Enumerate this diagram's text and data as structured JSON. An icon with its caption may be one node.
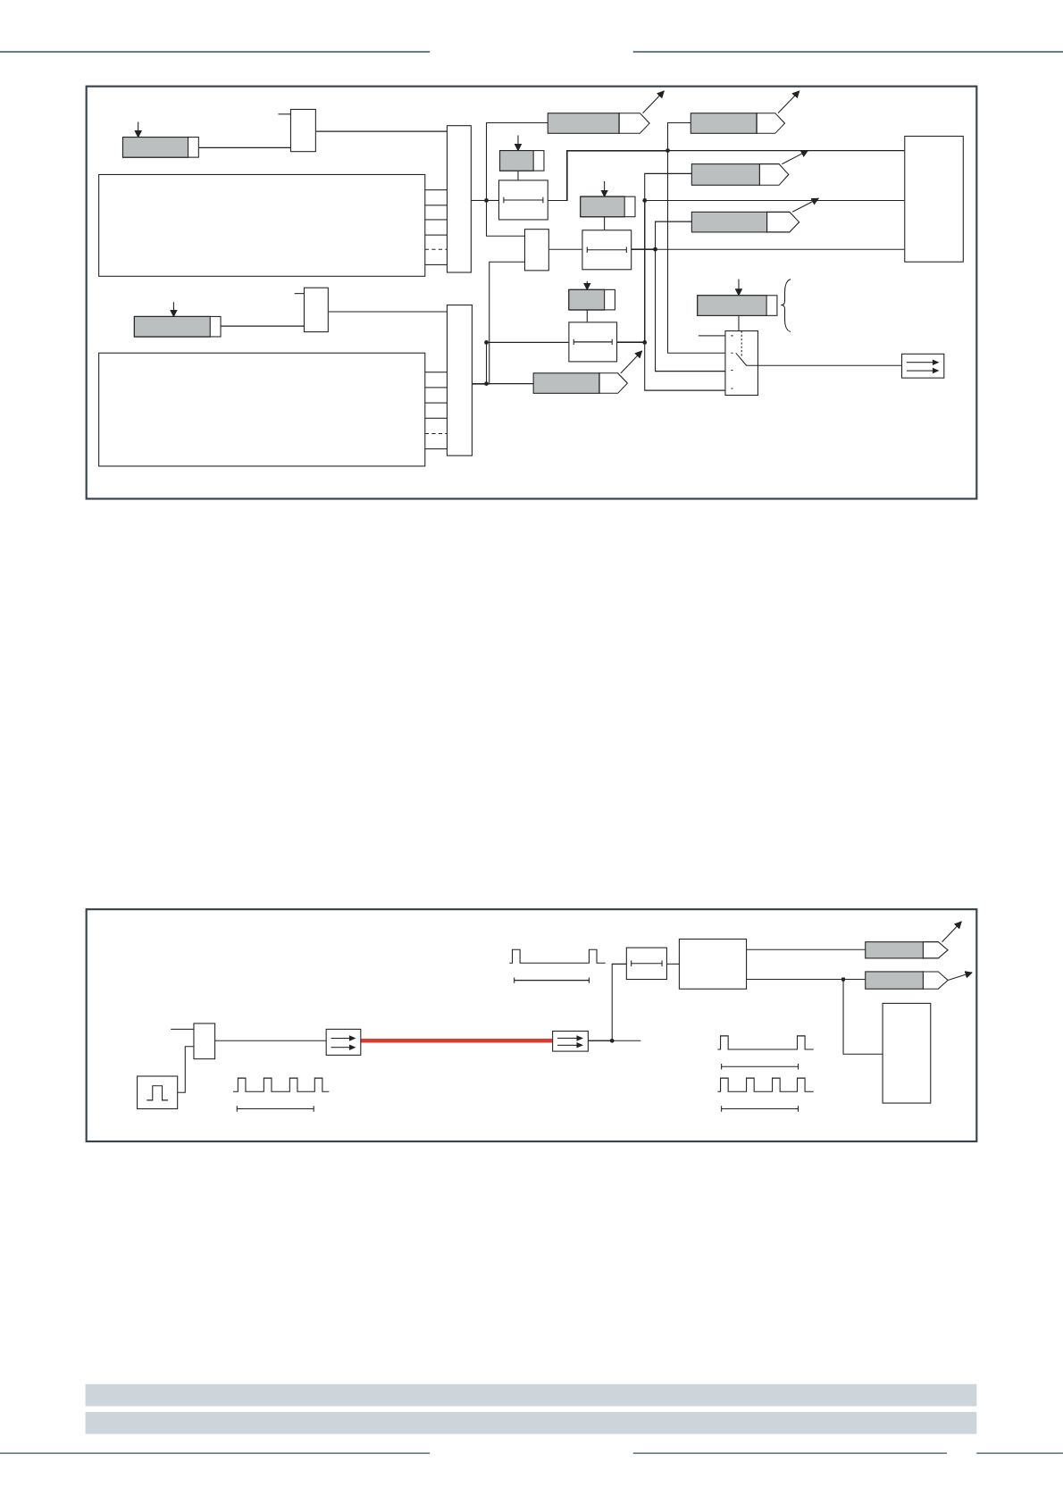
{
  "diagram": {
    "nodes": [
      {
        "text": [],
        "shape": "box"
      },
      {
        "text": [],
        "shape": "box"
      },
      {
        "text": [],
        "shape": "box"
      },
      {
        "text": [],
        "shape": "box"
      },
      {
        "text": [],
        "shape": "box"
      },
      {
        "text": [],
        "shape": "box"
      },
      {
        "text": [],
        "shape": "box"
      },
      {
        "text": [],
        "shape": "box"
      },
      {
        "text": [],
        "shape": "box"
      },
      {
        "text": [],
        "shape": "box"
      },
      {
        "text": [],
        "shape": "box"
      },
      {
        "text": [],
        "shape": "box"
      },
      {
        "text": [],
        "shape": "box"
      },
      {
        "text": [],
        "shape": "box"
      },
      {
        "text": [],
        "shape": "box"
      },
      {
        "text": [],
        "shape": "box"
      },
      {
        "text": [],
        "shape": "box"
      },
      {
        "text": [],
        "shape": "box"
      },
      {
        "text": [],
        "shape": "box"
      },
      {
        "text": [],
        "shape": "box"
      },
      {
        "text": [],
        "shape": "box"
      },
      {
        "text": [],
        "shape": "box"
      },
      {
        "text": [],
        "shape": "box"
      },
      {
        "text": [],
        "shape": "box"
      },
      {
        "text": [],
        "shape": "box"
      },
      {
        "text": [],
        "shape": "box"
      },
      {
        "text": [],
        "shape": "box"
      },
      {
        "text": [],
        "shape": "box"
      },
      {
        "text": [],
        "shape": "box"
      },
      {
        "text": [],
        "shape": "box"
      },
      {
        "text": [],
        "shape": "box"
      },
      {
        "text": [],
        "shape": "box"
      },
      {
        "text": [],
        "shape": "box"
      }
    ],
    "edges": [
      {
        "from": 0,
        "to": 1,
        "arrow": "none"
      },
      {
        "from": null,
        "to": 1,
        "arrow": "none"
      },
      {
        "from": 1,
        "to": 3,
        "arrow": "none"
      },
      {
        "from": 2,
        "to": 3,
        "arrow": "none"
      },
      {
        "from": 2,
        "to": 3,
        "arrow": "none"
      },
      {
        "from": 2,
        "to": 3,
        "arrow": "none"
      },
      {
        "from": 2,
        "to": 3,
        "arrow": "none"
      },
      {
        "from": 2,
        "to": 3,
        "arrow": "none",
        "style": "dashed"
      },
      {
        "from": 2,
        "to": 3,
        "arrow": "none"
      },
      {
        "from": 4,
        "to": 5,
        "arrow": "none"
      },
      {
        "from": null,
        "to": 5,
        "arrow": "none"
      },
      {
        "from": 5,
        "to": 7,
        "arrow": "none"
      },
      {
        "from": 6,
        "to": 7,
        "arrow": "none"
      },
      {
        "from": 6,
        "to": 7,
        "arrow": "none"
      },
      {
        "from": 6,
        "to": 7,
        "arrow": "none"
      },
      {
        "from": 6,
        "to": 7,
        "arrow": "none"
      },
      {
        "from": 6,
        "to": 7,
        "arrow": "none",
        "style": "dashed"
      },
      {
        "from": 6,
        "to": 7,
        "arrow": "none"
      },
      {
        "from": 3,
        "to": 10,
        "arrow": "none"
      },
      {
        "from": 3,
        "to": 8,
        "arrow": "none"
      },
      {
        "from": 3,
        "to": 11,
        "arrow": "none"
      },
      {
        "from": 7,
        "to": 16,
        "arrow": "none"
      },
      {
        "from": 7,
        "to": 15,
        "arrow": "none"
      },
      {
        "from": 7,
        "to": 11,
        "arrow": "none"
      },
      {
        "from": 11,
        "to": 13,
        "arrow": "none"
      },
      {
        "from": 9,
        "to": 10,
        "arrow": "none"
      },
      {
        "from": 12,
        "to": 13,
        "arrow": "none"
      },
      {
        "from": 14,
        "to": 15,
        "arrow": "none"
      },
      {
        "from": 10,
        "to": 20,
        "arrow": "none"
      },
      {
        "from": 10,
        "to": 17,
        "arrow": "none"
      },
      {
        "from": 10,
        "to": 22,
        "arrow": "none"
      },
      {
        "from": 13,
        "to": 20,
        "arrow": "none"
      },
      {
        "from": 13,
        "to": 19,
        "arrow": "none"
      },
      {
        "from": 13,
        "to": 22,
        "arrow": "none"
      },
      {
        "from": 15,
        "to": 20,
        "arrow": "none"
      },
      {
        "from": 15,
        "to": 18,
        "arrow": "none"
      },
      {
        "from": 15,
        "to": 22,
        "arrow": "none"
      },
      {
        "from": 21,
        "to": 22,
        "arrow": "none"
      },
      {
        "from": null,
        "to": 22,
        "arrow": "none"
      },
      {
        "from": 22,
        "to": 23,
        "arrow": "none"
      },
      {
        "from": null,
        "to": 0,
        "arrow": "to"
      },
      {
        "from": null,
        "to": 4,
        "arrow": "to"
      },
      {
        "from": null,
        "to": 9,
        "arrow": "to"
      },
      {
        "from": null,
        "to": 12,
        "arrow": "to"
      },
      {
        "from": null,
        "to": 14,
        "arrow": "to"
      },
      {
        "from": null,
        "to": 21,
        "arrow": "to"
      },
      {
        "from": 8,
        "to": null,
        "arrow": "to"
      },
      {
        "from": 17,
        "to": null,
        "arrow": "to"
      },
      {
        "from": 18,
        "to": null,
        "arrow": "to"
      },
      {
        "from": 19,
        "to": null,
        "arrow": "to"
      },
      {
        "from": 16,
        "to": null,
        "arrow": "to"
      },
      {
        "from": 30,
        "to": null,
        "arrow": "to"
      },
      {
        "from": 31,
        "to": null,
        "arrow": "to"
      },
      {
        "from": null,
        "to": 25,
        "arrow": "none"
      },
      {
        "from": 24,
        "to": 25,
        "arrow": "none"
      },
      {
        "from": 25,
        "to": 26,
        "arrow": "none"
      },
      {
        "from": 26,
        "to": 27,
        "arrow": "none",
        "style": "thick",
        "color": "#e03a2e"
      },
      {
        "from": 27,
        "to": 28,
        "arrow": "none"
      },
      {
        "from": 27,
        "to": null,
        "arrow": "none"
      },
      {
        "from": 28,
        "to": 29,
        "arrow": "none"
      },
      {
        "from": 29,
        "to": 30,
        "arrow": "none"
      },
      {
        "from": 29,
        "to": 31,
        "arrow": "none"
      },
      {
        "from": 29,
        "to": 32,
        "arrow": "none"
      }
    ]
  }
}
